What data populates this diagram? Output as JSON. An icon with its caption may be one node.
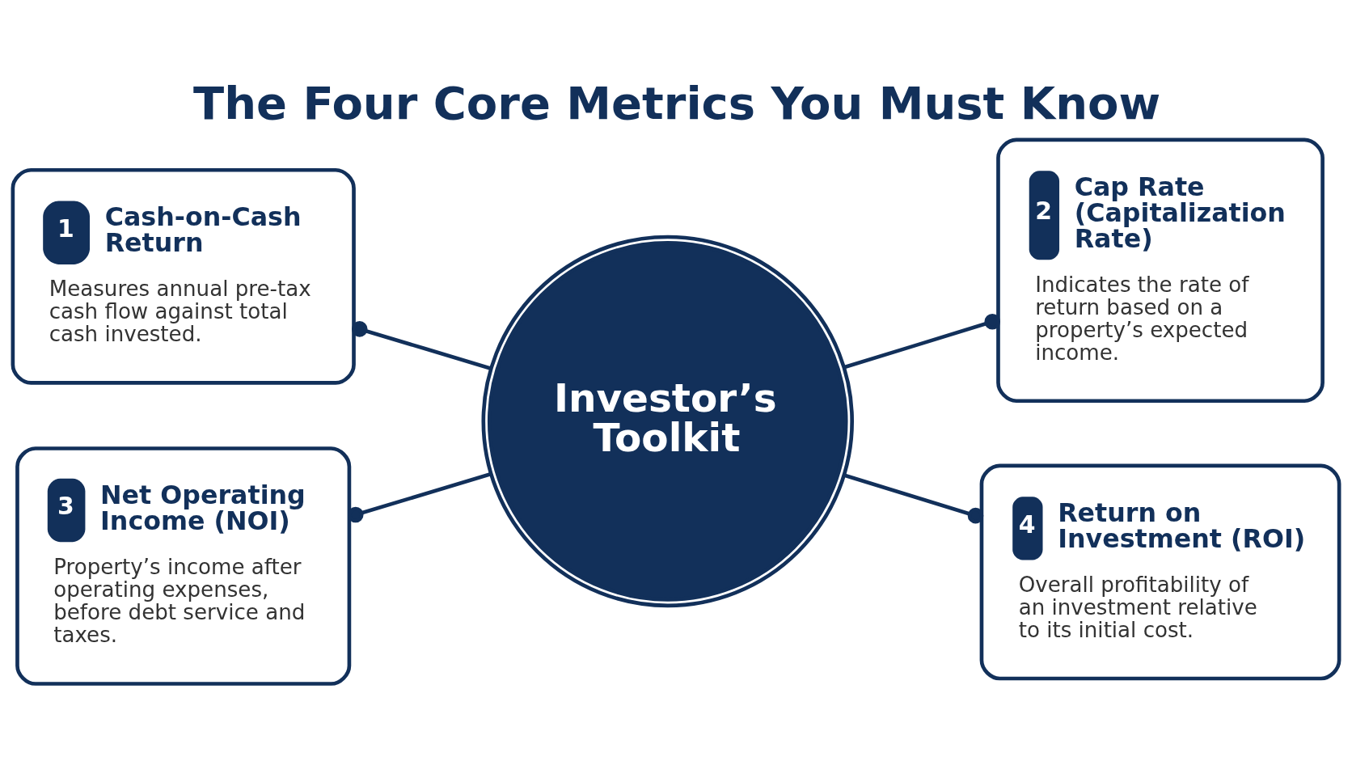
{
  "diagram": {
    "title": "The Four Core Metrics You Must Know",
    "nodes": [
      {
        "text": [
          "Investor’s Toolkit"
        ]
      },
      {
        "text": [
          "1",
          "Cash-on-Cash Return",
          "Measures annual pre-tax cash flow against total cash invested."
        ]
      },
      {
        "text": [
          "2",
          "Cap Rate (Capitalization Rate)",
          "Indicates the rate of return based on a property’s expected income."
        ]
      },
      {
        "text": [
          "3",
          "Net Operating Income (NOI)",
          "Property’s income after operating expenses, before debt service and taxes."
        ]
      },
      {
        "text": [
          "4",
          "Return on Investment (ROI)",
          "Overall profitability of an investment relative to its initial cost."
        ]
      }
    ],
    "edges": [
      {
        "from": 0,
        "to": 1,
        "arrow": "other"
      },
      {
        "from": 0,
        "to": 2,
        "arrow": "other"
      },
      {
        "from": 0,
        "to": 3,
        "arrow": "other"
      },
      {
        "from": 0,
        "to": 4,
        "arrow": "other"
      }
    ]
  }
}
